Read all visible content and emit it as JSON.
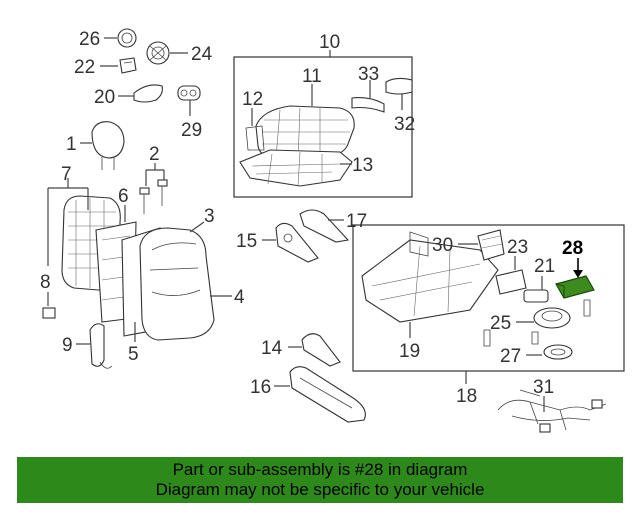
{
  "diagram": {
    "callouts": {
      "c1": "1",
      "c2": "2",
      "c3": "3",
      "c4": "4",
      "c5": "5",
      "c6": "6",
      "c7": "7",
      "c8": "8",
      "c9": "9",
      "c10": "10",
      "c11": "11",
      "c12": "12",
      "c13": "13",
      "c14": "14",
      "c15": "15",
      "c16": "16",
      "c17": "17",
      "c18": "18",
      "c19": "19",
      "c20": "20",
      "c21": "21",
      "c22": "22",
      "c23": "23",
      "c24": "24",
      "c25": "25",
      "c26": "26",
      "c27": "27",
      "c28": "28",
      "c29": "29",
      "c30": "30",
      "c31": "31",
      "c32": "32",
      "c33": "33"
    },
    "highlight_color": "#3d8b1e"
  },
  "footer": {
    "line1": "Part or sub-assembly is #28 in diagram",
    "line2": "Diagram may not be specific to your vehicle",
    "bg_color": "#2d8a1a"
  }
}
